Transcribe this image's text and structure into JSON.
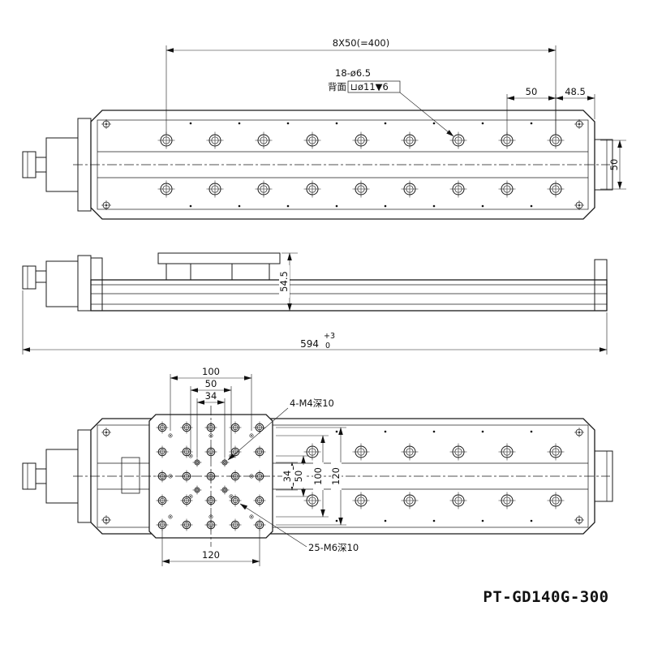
{
  "title": "PT-GD140G-300",
  "top_view": {
    "pitch": "8X50(=400)",
    "holes": "18-ø6.5",
    "back_label": "背面",
    "counterbore": "⊔ø11▼6",
    "end_50": "50",
    "edge_485": "48.5",
    "row_50": "50"
  },
  "side_view": {
    "height": "54.5",
    "length": "594",
    "tol_upper": "+3",
    "tol_lower": "0"
  },
  "bottom_view": {
    "w100": "100",
    "w50": "50",
    "w34": "34",
    "m4_note": "4-M4深10",
    "h34": "34",
    "h50": "50",
    "h100": "100",
    "h120": "120",
    "b120": "120",
    "m6_note": "25-M6深10"
  }
}
